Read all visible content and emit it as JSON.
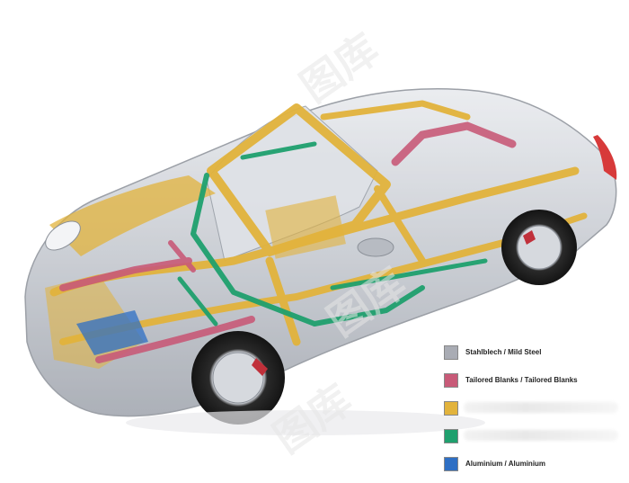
{
  "legend": {
    "items": [
      {
        "label": "Stahlblech / Mild Steel",
        "color": "#a9acb4"
      },
      {
        "label": "Tailored Blanks / Tailored Blanks",
        "color": "#c85a78"
      },
      {
        "label": "",
        "color": "#e2b33c"
      },
      {
        "label": "",
        "color": "#1fa06e"
      },
      {
        "label": "Aluminium / Aluminium",
        "color": "#2e6fc4"
      }
    ]
  },
  "colors": {
    "body_silver": "#c9ccd2",
    "steel_yellow": "#e2b33c",
    "tailored_red": "#c85a78",
    "boron_green": "#1fa06e",
    "aluminium_blue": "#2e6fc4"
  },
  "watermark": {
    "text": "图库"
  }
}
